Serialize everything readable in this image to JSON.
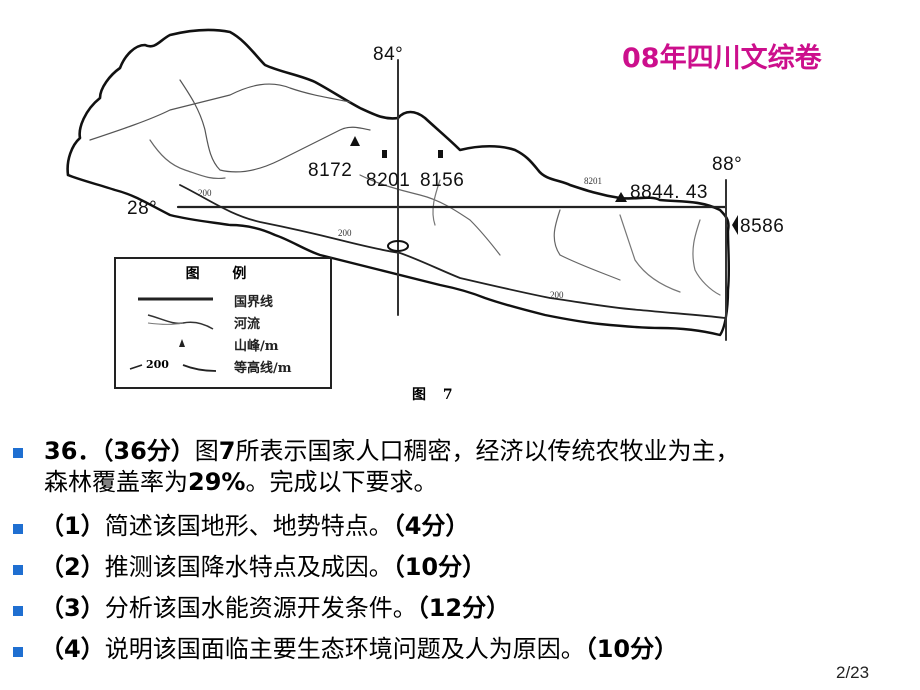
{
  "slide": {
    "source_title": "08年四川文综卷",
    "page_number": "2/23"
  },
  "map": {
    "longitude_labels": [
      "84°",
      "88°"
    ],
    "latitude_labels": [
      "28°"
    ],
    "peaks": [
      "8172",
      "8201",
      "8156",
      "8201",
      "8844. 43",
      "8586"
    ],
    "contour_labels": [
      "200",
      "200",
      "200"
    ],
    "figure_caption": "图 7",
    "legend": {
      "title": "图 例",
      "items": [
        {
          "symbol": "border-line",
          "label": "国界线"
        },
        {
          "symbol": "river",
          "label": "河流"
        },
        {
          "symbol": "peak-triangle",
          "label": "山峰/m"
        },
        {
          "symbol": "contour",
          "symbol_text": "200",
          "label": "等高线/m"
        }
      ]
    }
  },
  "question": {
    "items": [
      {
        "line1_bold_prefix": "36．（36分）",
        "line1_mixed": [
          {
            "text": "36．（36分）",
            "bold": true
          },
          {
            "text": "图",
            "bold": false
          },
          {
            "text": "7",
            "bold": true
          },
          {
            "text": "所表示国家人口稠密，经济以传统农牧业为主，",
            "bold": false
          }
        ],
        "line2_mixed": [
          {
            "text": "森林覆盖率为",
            "bold": false
          },
          {
            "text": "29%",
            "bold": true
          },
          {
            "text": "。完成以下要求。",
            "bold": false
          }
        ]
      },
      {
        "mixed": [
          {
            "text": "（1）",
            "bold": true
          },
          {
            "text": "简述该国地形、地势特点。",
            "bold": false
          },
          {
            "text": "（4分）",
            "bold": true
          }
        ]
      },
      {
        "mixed": [
          {
            "text": "（2）",
            "bold": true
          },
          {
            "text": "推测该国降水特点及成因。",
            "bold": false
          },
          {
            "text": "（10分）",
            "bold": true
          }
        ]
      },
      {
        "mixed": [
          {
            "text": "（3）",
            "bold": true
          },
          {
            "text": "分析该国水能资源开发条件。",
            "bold": false
          },
          {
            "text": "（12分）",
            "bold": true
          }
        ]
      },
      {
        "mixed": [
          {
            "text": "（4）",
            "bold": true
          },
          {
            "text": "说明该国面临主要生态环境问题及人为原因。",
            "bold": false
          },
          {
            "text": "（10分）",
            "bold": true
          }
        ]
      }
    ]
  },
  "colors": {
    "source_title": "#cc0f8c",
    "bullet": "#1f6fd1"
  }
}
